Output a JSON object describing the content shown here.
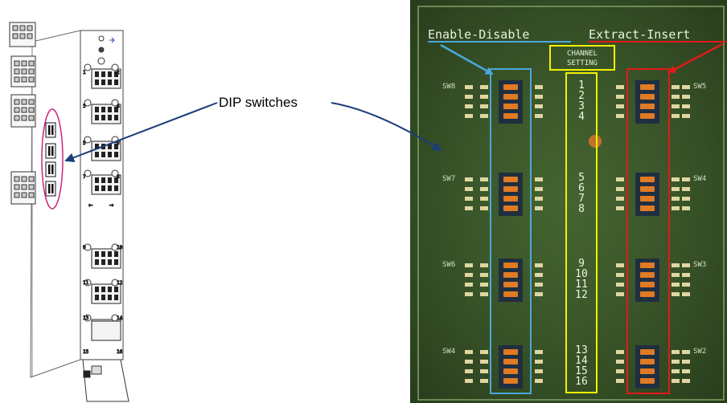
{
  "callout": {
    "label": "DIP switches"
  },
  "board": {
    "header_left": "Enable-Disable",
    "header_right": "Extract-Insert",
    "channel_label_line1": "CHANNEL",
    "channel_label_line2": "SETTING",
    "channel_numbers": [
      "1",
      "2",
      "3",
      "4",
      "5",
      "6",
      "7",
      "8",
      "9",
      "10",
      "11",
      "12",
      "13",
      "14",
      "15",
      "16"
    ],
    "switch_labels_left": [
      "SW8",
      "SW7",
      "SW6",
      "SW4"
    ],
    "switch_labels_right": [
      "SW5",
      "SW4",
      "SW3",
      "SW2"
    ]
  },
  "card": {
    "slot_numbers": [
      "1",
      "2",
      "3",
      "4",
      "5",
      "6",
      "7",
      "8",
      "9",
      "10",
      "11",
      "12",
      "13",
      "14",
      "15",
      "16"
    ]
  },
  "colors": {
    "pcb_green": "#3e5a2c",
    "enable_box": "#4aa8dc",
    "extract_box": "#e11a1a",
    "channel_box": "#f2f200",
    "arrow_dark_blue": "#1a3d7a",
    "ellipse_magenta": "#d0267a"
  }
}
